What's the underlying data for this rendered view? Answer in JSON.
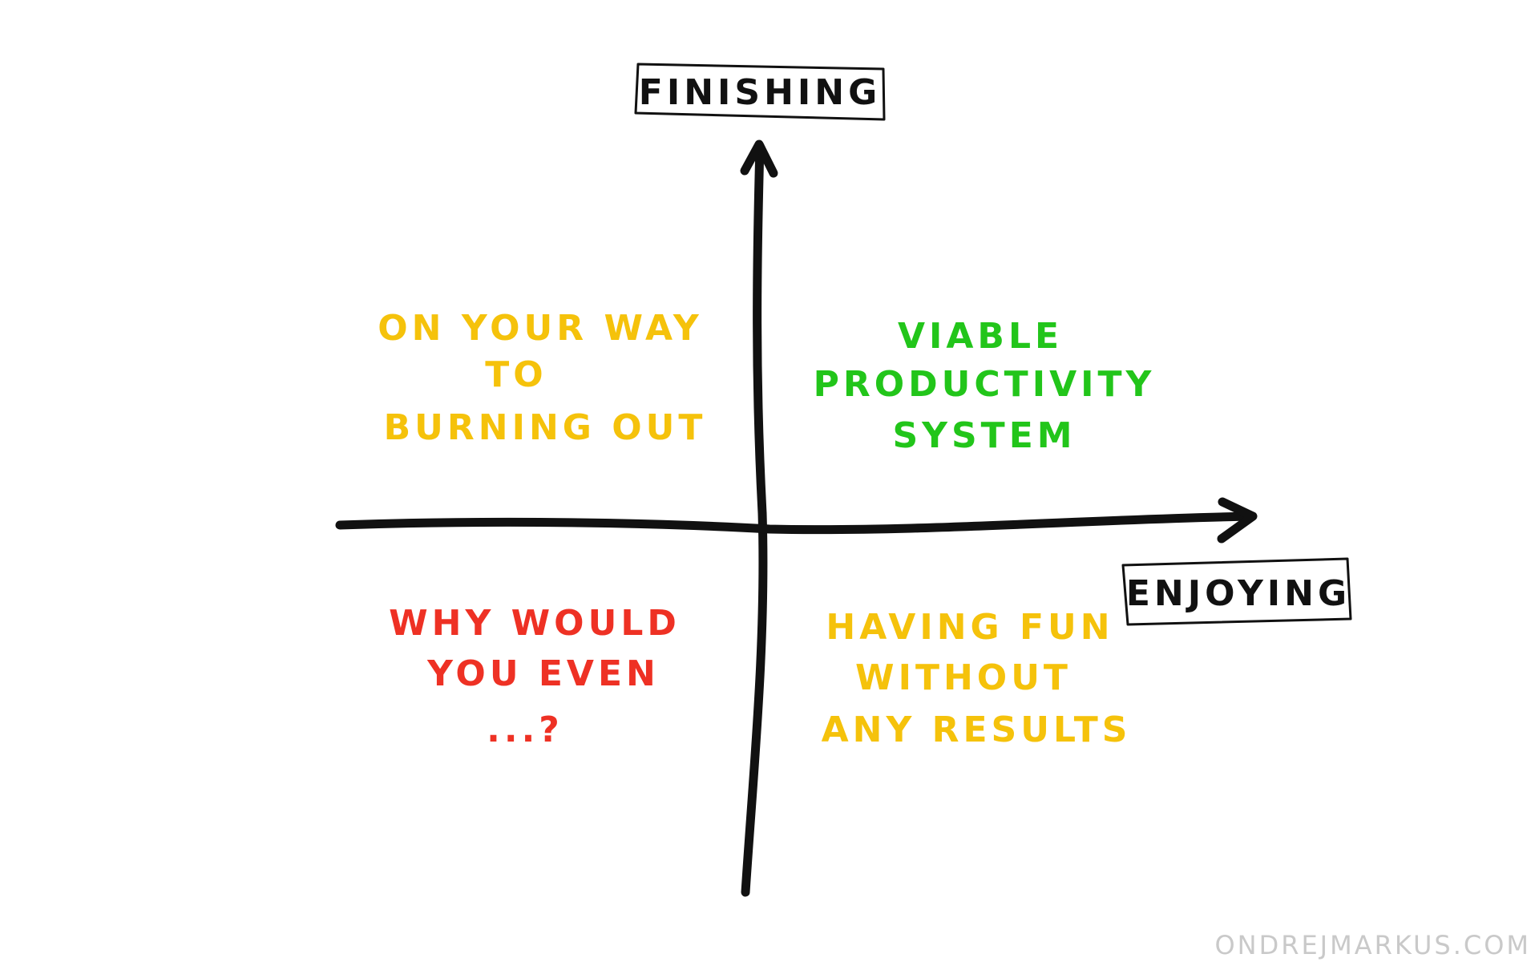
{
  "diagram": {
    "axes": {
      "y_label": "FINISHING",
      "x_label": "ENJOYING"
    },
    "quadrants": {
      "top_left": {
        "lines": [
          "ON YOUR WAY",
          "TO",
          "BURNING OUT"
        ],
        "color": "#F5C20B"
      },
      "top_right": {
        "lines": [
          "VIABLE",
          "PRODUCTIVITY",
          "SYSTEM"
        ],
        "color": "#22C51A"
      },
      "bottom_left": {
        "lines": [
          "WHY WOULD",
          "YOU EVEN",
          "...?"
        ],
        "color": "#EE3124"
      },
      "bottom_right": {
        "lines": [
          "HAVING FUN",
          "WITHOUT",
          "ANY RESULTS"
        ],
        "color": "#F5C20B"
      }
    },
    "axis_color": "#111111"
  },
  "watermark": {
    "text": "ONDREJMARKUS.COM",
    "color": "#C9C9C9"
  }
}
